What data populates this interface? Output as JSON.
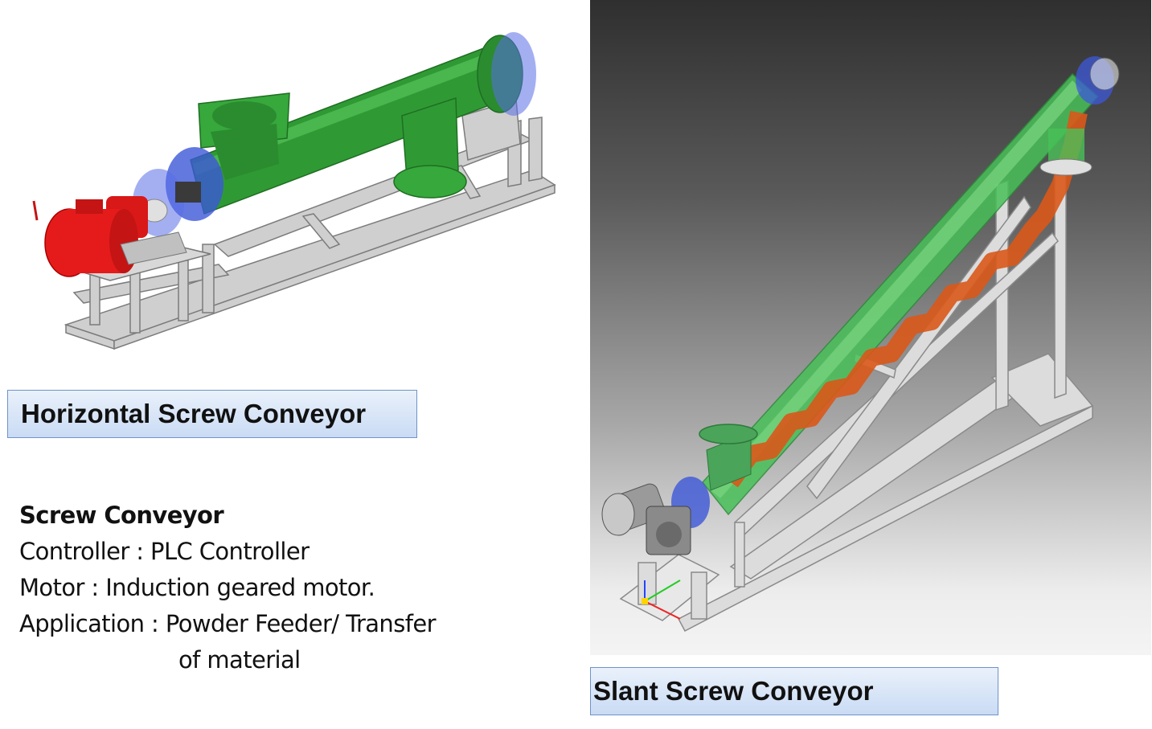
{
  "horizontal": {
    "caption": "Horizontal Screw Conveyor"
  },
  "slant": {
    "caption": "Slant Screw Conveyor"
  },
  "specs": {
    "heading": "Screw Conveyor",
    "controller": "Controller : PLC Controller",
    "motor": "Motor : Induction geared motor.",
    "application": "Application : Powder Feeder/ Transfer",
    "application_cont": "of material"
  },
  "colors": {
    "caption_border": "#6f93c8",
    "caption_fill": "#c9dbf4",
    "tube_green": "#2f9a34",
    "motor_red": "#e51b1b",
    "flange_blue": "#5a6ee8",
    "screw_orange": "#d9581a",
    "frame_gray": "#b8b8b8"
  }
}
